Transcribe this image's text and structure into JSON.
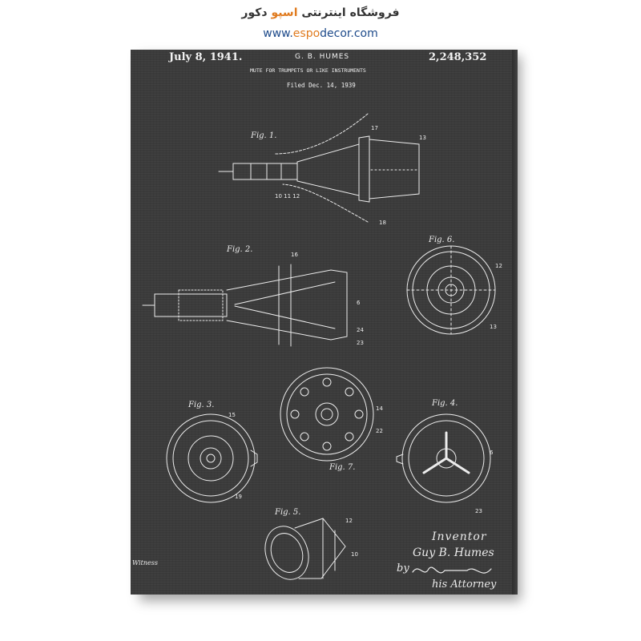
{
  "store": {
    "title_prefix": "فروشگاه اینترنتی ",
    "title_accent": "اسپو",
    "title_suffix": " دکور",
    "url_prefix": "www.",
    "url_accent": "espo",
    "url_suffix": "decor.com"
  },
  "patent": {
    "date": "July 8, 1941.",
    "inventor_header": "G. B. HUMES",
    "number": "2,248,352",
    "title": "MUTE FOR TRUMPETS OR LIKE INSTRUMENTS",
    "filed": "Filed Dec. 14, 1939"
  },
  "figures": {
    "fig1": "Fig. 1.",
    "fig2": "Fig. 2.",
    "fig3": "Fig. 3.",
    "fig4": "Fig. 4.",
    "fig5": "Fig. 5.",
    "fig6": "Fig. 6.",
    "fig7": "Fig. 7."
  },
  "signature": {
    "inventor_label": "Inventor",
    "inventor_name": "Guy B. Humes",
    "by": "by",
    "witness": "Witness",
    "attorney": "his Attorney"
  },
  "colors": {
    "chalkboard": "#3b3b3b",
    "chalk": "#f2f2f2",
    "brand_orange": "#e07b1f",
    "brand_blue": "#1d4a8a"
  }
}
